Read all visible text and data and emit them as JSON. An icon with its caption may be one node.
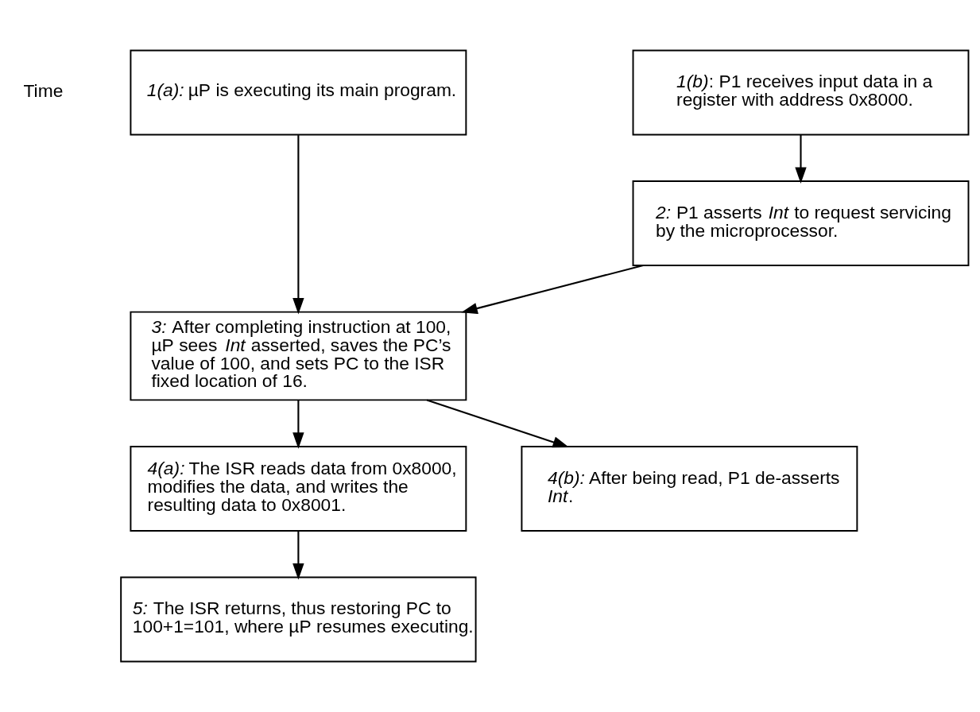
{
  "diagram": {
    "nodes": [
      {
        "text": [
          "*1(a):* µP is executing its main program."
        ]
      },
      {
        "text": [
          "*1(b)*: P1 receives input data in a register with address 0x8000."
        ]
      },
      {
        "text": [
          "*2:* P1 asserts *Int* to request servicing by the microprocessor."
        ]
      },
      {
        "text": [
          "*3:* After completing instruction at 100, µP sees *Int* asserted, saves the PC’s value of 100, and sets PC to the ISR fixed location of 16."
        ]
      },
      {
        "text": [
          "*4(a):* The ISR reads data from 0x8000, modifies the data, and writes the resulting data to 0x8001."
        ]
      },
      {
        "text": [
          "*4(b):* After being read, P1 de-asserts *Int*."
        ]
      },
      {
        "text": [
          "*5:* The ISR returns, thus restoring PC to 100+1=101, where µP resumes executing."
        ]
      }
    ],
    "edges": [
      {
        "from": 0,
        "to": 3,
        "arrow": "to"
      },
      {
        "from": 1,
        "to": 2,
        "arrow": "to"
      },
      {
        "from": 2,
        "to": 3,
        "arrow": "to"
      },
      {
        "from": 3,
        "to": 4,
        "arrow": "to"
      },
      {
        "from": 3,
        "to": 5,
        "arrow": "to"
      },
      {
        "from": 4,
        "to": 6,
        "arrow": "to"
      }
    ],
    "labels": [
      "Time"
    ]
  }
}
